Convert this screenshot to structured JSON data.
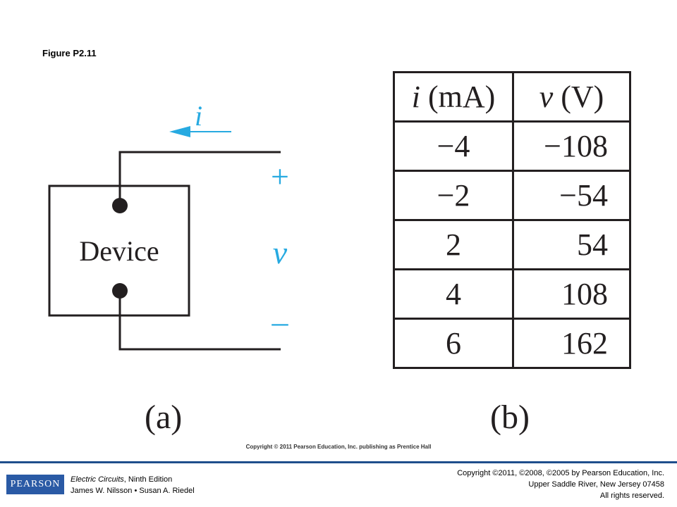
{
  "figure": {
    "title": "Figure P2.11"
  },
  "circuit": {
    "device_label": "Device",
    "current_symbol": "i",
    "voltage_symbol": "v",
    "plus_sign": "+",
    "minus_sign": "–",
    "accent_color": "#27aae1"
  },
  "table": {
    "header_i_var": "i",
    "header_i_unit": " (mA)",
    "header_v_var": "v",
    "header_v_unit": " (V)",
    "rows": [
      {
        "i": "−4",
        "v": "−108"
      },
      {
        "i": "−2",
        "v": "−54"
      },
      {
        "i": "2",
        "v": "54"
      },
      {
        "i": "4",
        "v": "108"
      },
      {
        "i": "6",
        "v": "162"
      }
    ]
  },
  "labels": {
    "a": "(a)",
    "b": "(b)"
  },
  "credit_line": "Copyright © 2011 Pearson Education, Inc. publishing as Prentice Hall",
  "footer": {
    "logo_text": "PEARSON",
    "book_title": "Electric Circuits",
    "book_edition": ", Ninth Edition",
    "authors": "James W. Nilsson • Susan A. Riedel",
    "copyright_1": "Copyright ©2011, ©2008, ©2005 by Pearson Education, Inc.",
    "copyright_2": "Upper Saddle River, New Jersey 07458",
    "copyright_3": "All rights reserved."
  }
}
